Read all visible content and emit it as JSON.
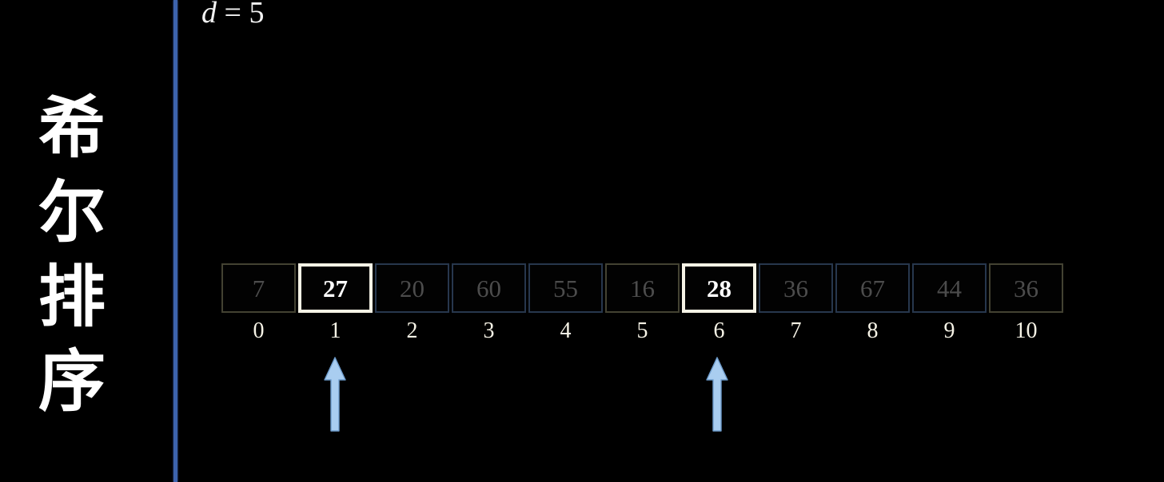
{
  "title": {
    "text": "希尔排序",
    "chars": [
      "希",
      "尔",
      "排",
      "序"
    ],
    "color": "#ffffff"
  },
  "divider": {
    "color": "#3d63ad"
  },
  "formula": {
    "variable": "d",
    "operator": "=",
    "value": "5",
    "full": "d = 5"
  },
  "array": {
    "values": [
      "7",
      "27",
      "20",
      "60",
      "55",
      "16",
      "28",
      "36",
      "67",
      "44",
      "36"
    ],
    "indices": [
      "0",
      "1",
      "2",
      "3",
      "4",
      "5",
      "6",
      "7",
      "8",
      "9",
      "10"
    ],
    "highlighted_indices": [
      1,
      6
    ],
    "highlighted_values": [
      "27",
      "28"
    ],
    "cell_styles": [
      "tint-olive dim",
      "hl",
      "tint-blue dim",
      "tint-blue dim",
      "tint-blue dim",
      "tint-olive dim",
      "hl",
      "tint-blue dim",
      "tint-blue dim",
      "tint-blue dim",
      "tint-olive dim"
    ],
    "border_color_blue": "#27374d",
    "border_color_olive": "#434232",
    "border_color_highlight": "#f6f3e6",
    "dim_text_color": "#4c4c4c",
    "highlight_text_color": "#ffffff"
  },
  "arrows": [
    {
      "name": "arrow-index-1",
      "points_to_index": "1",
      "color": "#9ec5ec"
    },
    {
      "name": "arrow-index-6",
      "points_to_index": "6",
      "color": "#9ec5ec"
    }
  ],
  "background": "#000000"
}
